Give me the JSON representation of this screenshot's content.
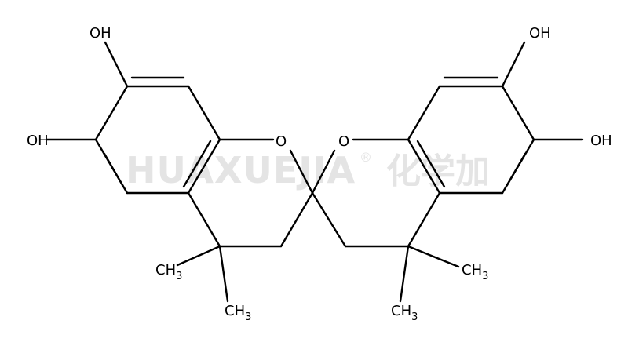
{
  "watermark": {
    "latin": "HUAXUEJIA",
    "registered": "®",
    "cjk": "化学加"
  },
  "labels": {
    "oh_top_left": "OH",
    "oh_mid_left": "OH",
    "oh_top_right": "OH",
    "oh_mid_right": "OH",
    "o_ring_left": "O",
    "o_ring_right": "O",
    "methyl_left_upper": {
      "main": "CH",
      "sub": "3"
    },
    "methyl_left_lower": {
      "main": "CH",
      "sub": "3"
    },
    "methyl_right_upper": {
      "main": "CH",
      "sub": "3"
    },
    "methyl_right_lower": {
      "main": "CH",
      "sub": "3"
    }
  }
}
